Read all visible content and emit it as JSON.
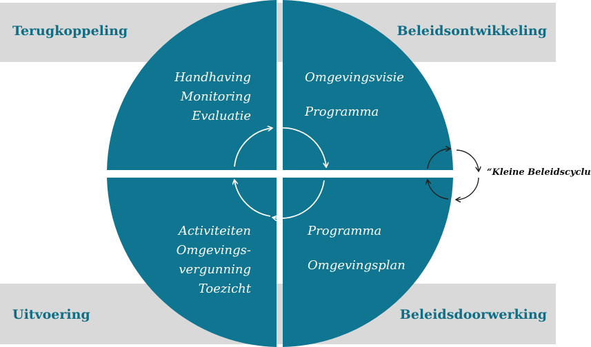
{
  "corners": {
    "top_left": "Terugkoppeling",
    "top_right": "Beleidsontwikkeling",
    "bottom_left": "Uitvoering",
    "bottom_right": "Beleidsdoorwerking"
  },
  "quadrants": {
    "top_left": [
      "Handhaving",
      "Monitoring",
      "Evaluatie"
    ],
    "top_right": [
      "Omgevingsvisie",
      "Programma"
    ],
    "bottom_left": [
      "Activiteiten",
      "Omgevings-",
      "vergunning",
      "Toezicht"
    ],
    "bottom_right": [
      "Programma",
      "Omgevingsplan"
    ]
  },
  "side_label": "“Kleine Beleidscyclus",
  "colors": {
    "quadrant": "#0f7591",
    "band": "#d9d9d9",
    "label": "#0f6e85"
  }
}
